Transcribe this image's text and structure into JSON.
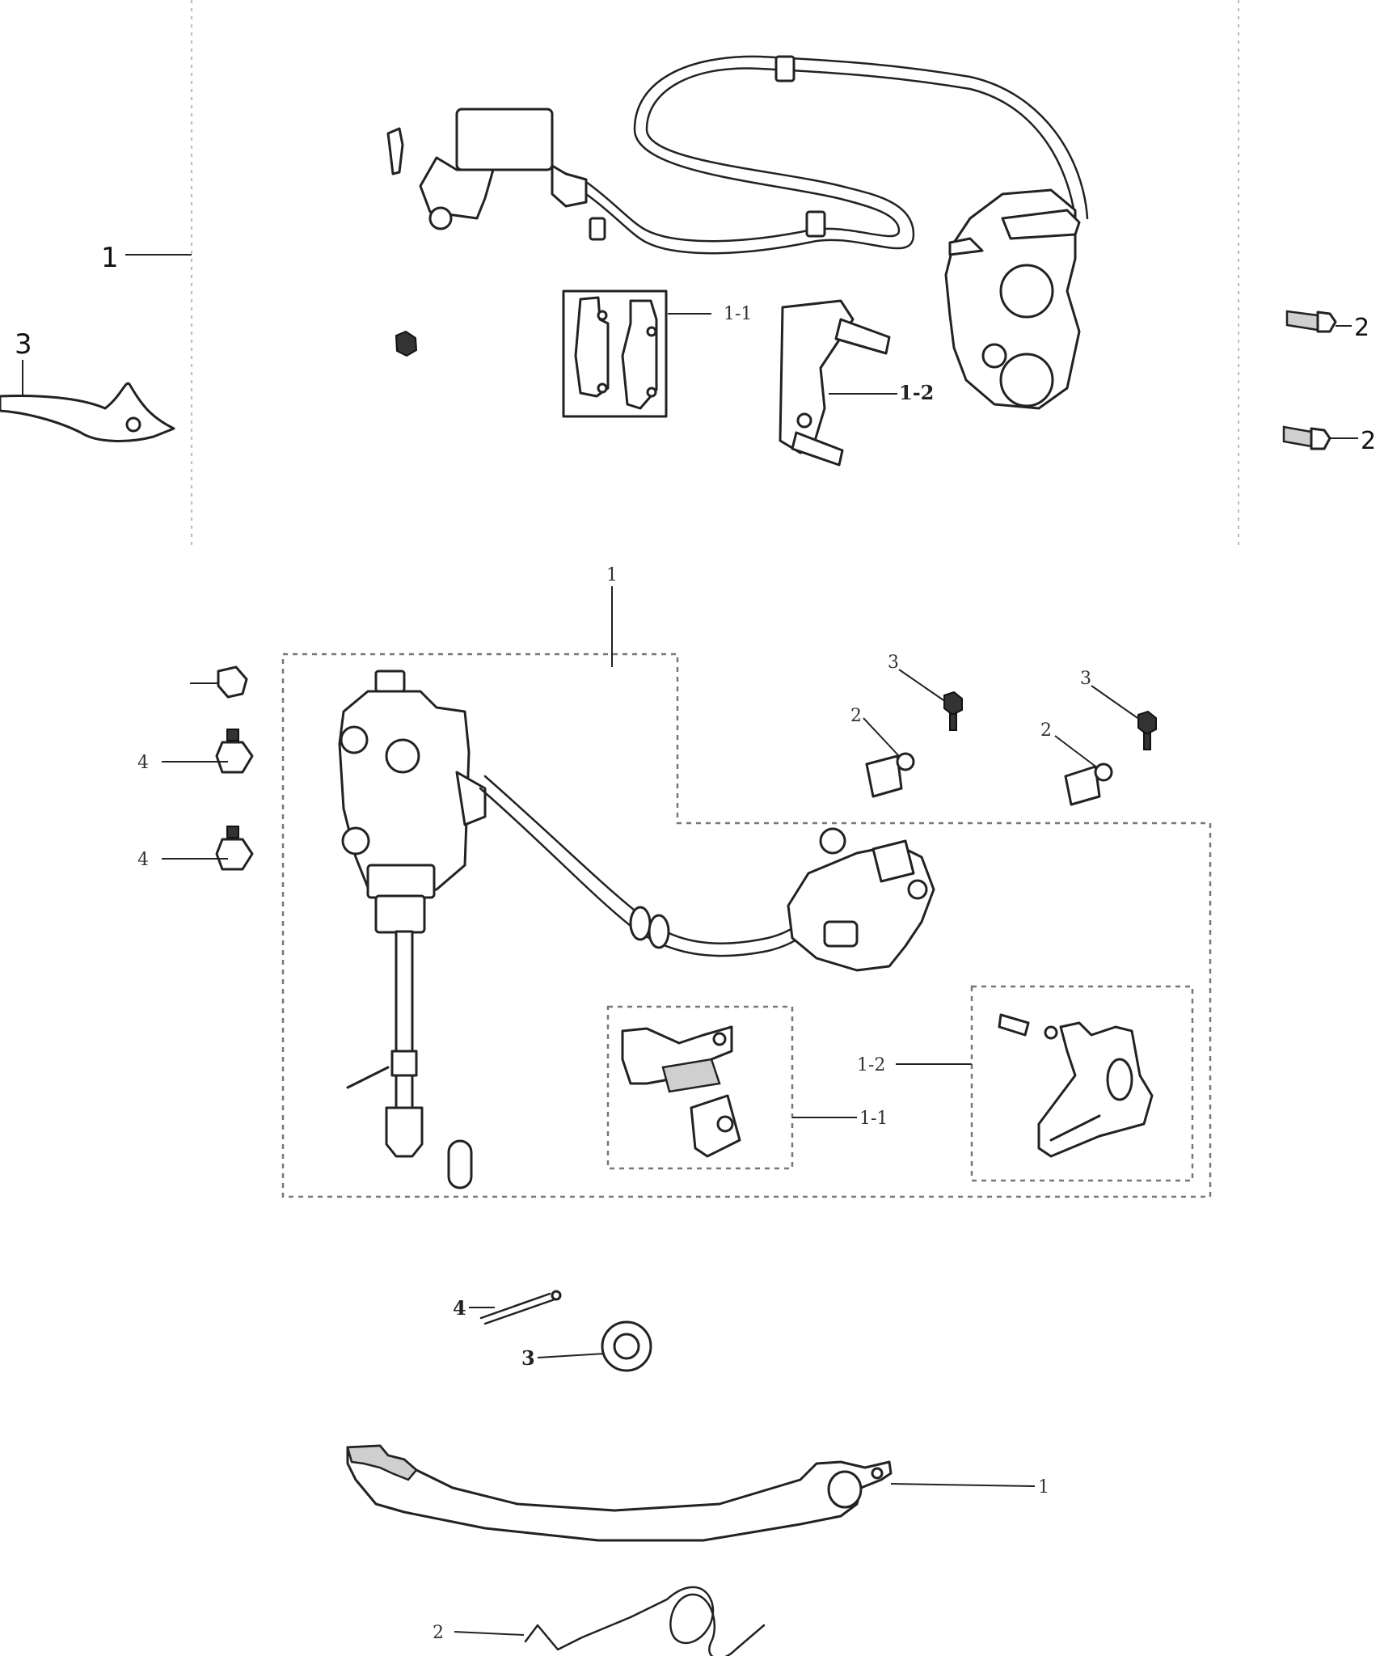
{
  "section_top": {
    "callouts": {
      "assembly": "1",
      "brake_pads": "1-1",
      "caliper_bracket": "1-2",
      "bolt_a": "2",
      "bolt_b": "2",
      "brake_lever": "3"
    }
  },
  "section_middle": {
    "callouts": {
      "assembly": "1",
      "brake_pads": "1-1",
      "caliper_bracket": "1-2",
      "clip_left": "2",
      "clip_right": "2",
      "flange_bolt_left": "3",
      "flange_bolt_right": "3",
      "mount_bolt_upper": "4",
      "mount_bolt_lower": "4"
    }
  },
  "section_bottom": {
    "callouts": {
      "brake_pedal": "1",
      "return_spring": "2",
      "washer": "3",
      "cotter_pin": "4"
    }
  }
}
